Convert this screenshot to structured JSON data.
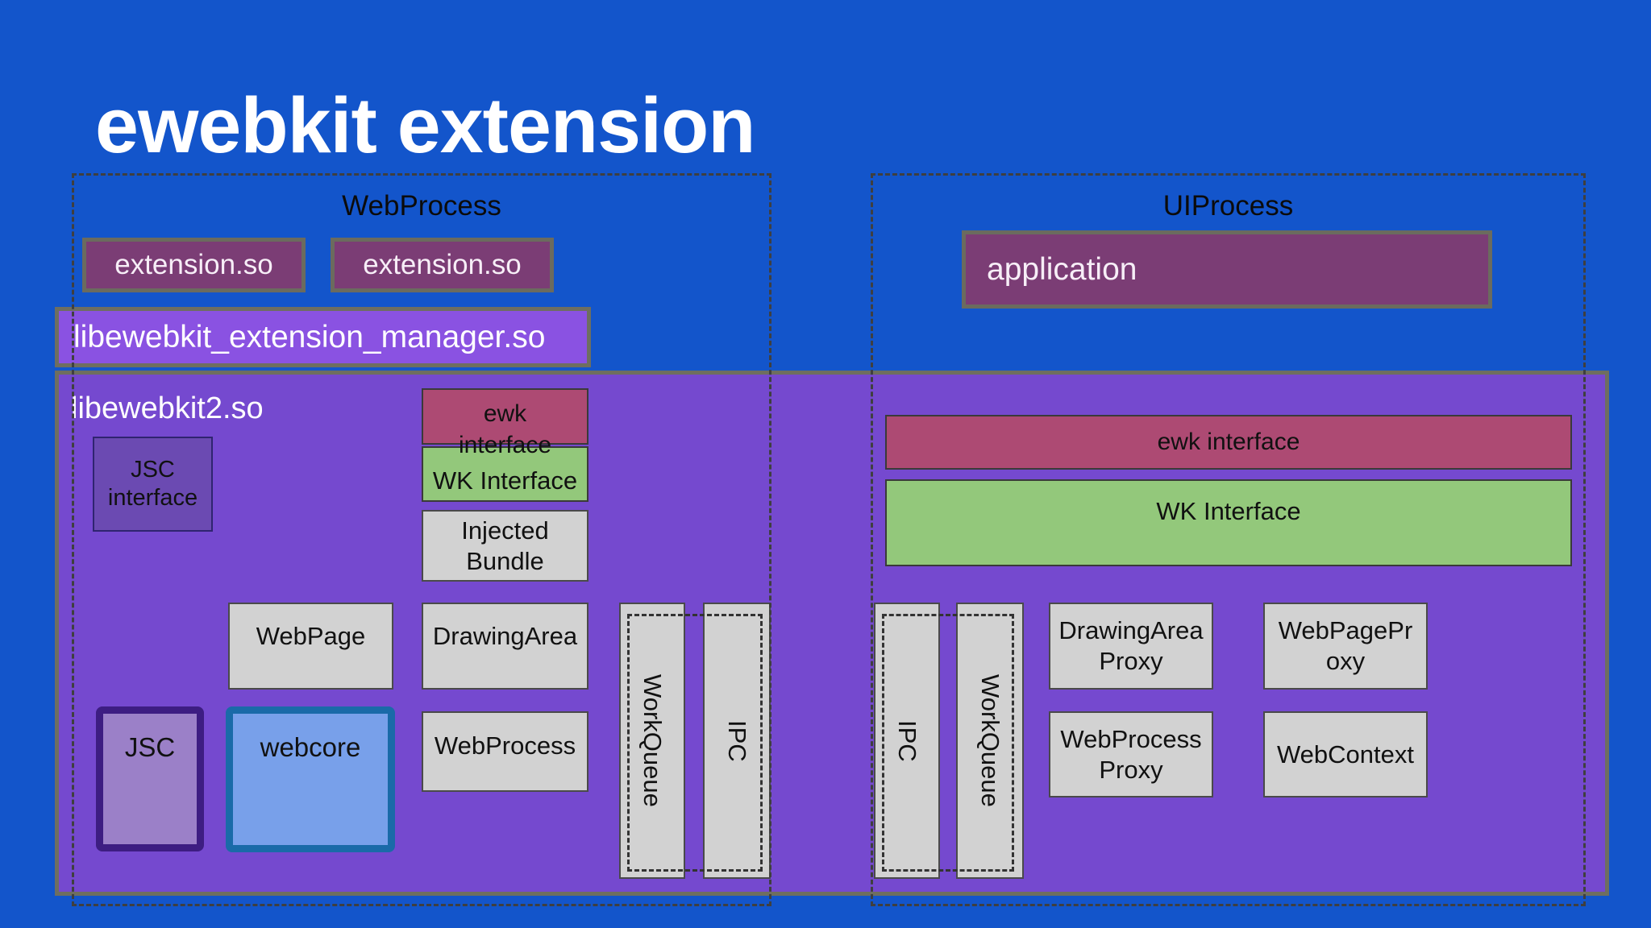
{
  "title": "ewebkit extension",
  "colors": {
    "background": "#1355cb",
    "container_purple": "#7549cf",
    "manager_purple": "#8a52e2",
    "maroon": "#7b3d75",
    "ewk_red": "#ad4a73",
    "wk_green": "#93c87b",
    "gray_box": "#d2d2d2",
    "jsc_interface_purple": "#6b4ab2",
    "jsc_fill": "#9b80c8",
    "jsc_border": "#3d1d82",
    "webcore_fill": "#78a0ea",
    "webcore_border": "#1a6aa8",
    "dashed_border": "#3f3f3f"
  },
  "web_process": {
    "label": "WebProcess",
    "extension_boxes": [
      "extension.so",
      "extension.so"
    ],
    "manager_label": "libewebkit_extension_manager.so",
    "libewebkit2_label": "libewebkit2.so",
    "jsc_interface": "JSC\ninterface",
    "ewk_interface": "ewk\ninterface",
    "wk_interface": "WK Interface",
    "injected_bundle": "Injected\nBundle",
    "webpage": "WebPage",
    "drawing_area": "DrawingArea",
    "web_process_box": "WebProcess",
    "jsc": "JSC",
    "webcore": "webcore",
    "work_queue": "WorkQueue",
    "ipc": "IPC"
  },
  "ui_process": {
    "label": "UIProcess",
    "application": "application",
    "ewk_interface": "ewk interface",
    "wk_interface": "WK Interface",
    "ipc": "IPC",
    "work_queue": "WorkQueue",
    "drawing_area_proxy": "DrawingArea\nProxy",
    "web_page_proxy": "WebPagePr\noxy",
    "web_process_proxy": "WebProcess\nProxy",
    "web_context": "WebContext"
  }
}
